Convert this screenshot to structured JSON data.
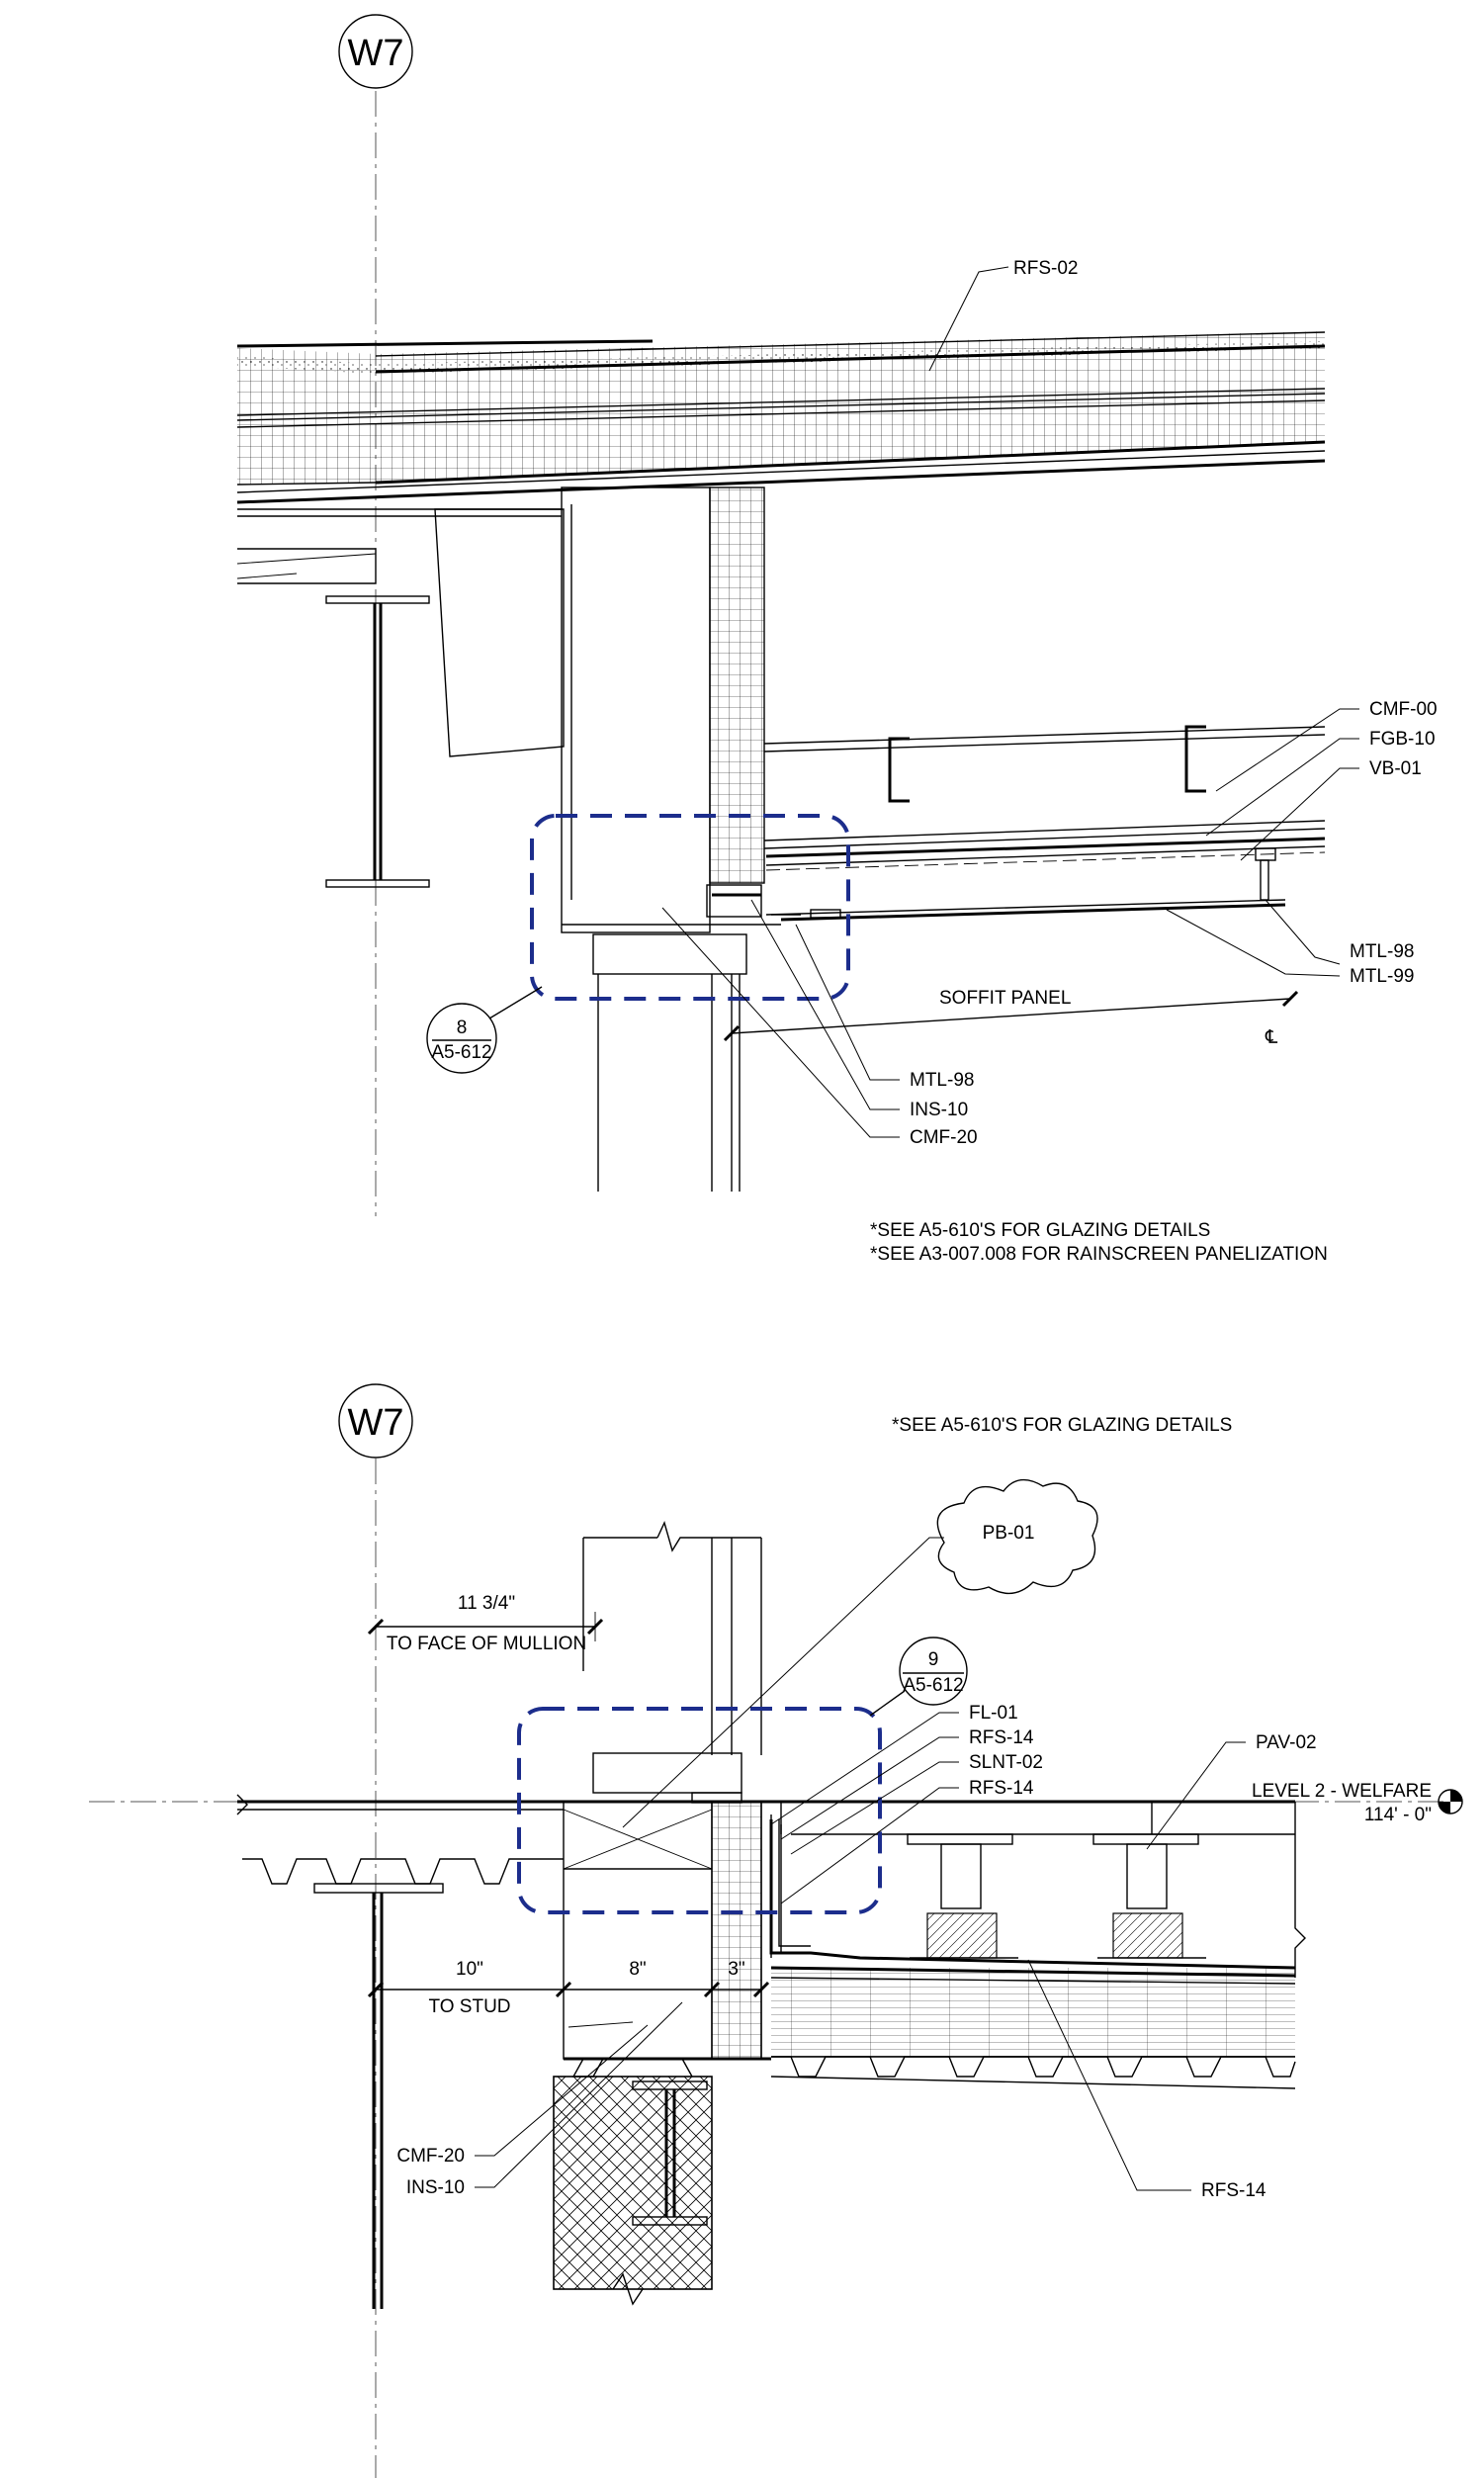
{
  "grid_bubbles": [
    "W7",
    "W7"
  ],
  "upper_detail": {
    "tags": [
      "RFS-02",
      "CMF-00",
      "FGB-10",
      "VB-01",
      "MTL-98",
      "MTL-99",
      "MTL-98",
      "INS-10",
      "CMF-20"
    ],
    "soffit_label": "SOFFIT PANEL",
    "centerline_symbol": "℄",
    "detail_callout": {
      "number": "8",
      "sheet": "A5-612"
    },
    "notes": [
      "*SEE A5-610'S FOR GLAZING DETAILS",
      "*SEE A3-007.008 FOR RAINSCREEN PANELIZATION"
    ]
  },
  "lower_detail": {
    "note": "*SEE A5-610'S FOR GLAZING DETAILS",
    "cloud_tag": "PB-01",
    "detail_callout": {
      "number": "9",
      "sheet": "A5-612"
    },
    "dimensions": {
      "face_of_mullion_value": "11 3/4\"",
      "face_of_mullion_label": "TO FACE OF MULLION",
      "stud_value": "10\"",
      "stud_label": "TO STUD",
      "width_8": "8\"",
      "width_3": "3\""
    },
    "tags_left": [
      "FL-01",
      "RFS-14",
      "SLNT-02",
      "RFS-14"
    ],
    "tag_pav": "PAV-02",
    "level_name": "LEVEL 2 - WELFARE",
    "level_elevation": "114' - 0\"",
    "tag_bottom_right": "RFS-14",
    "tags_bottom_left": [
      "CMF-20",
      "INS-10"
    ]
  },
  "colors": {
    "line": "#000000",
    "callout": "#1c2d8c"
  }
}
